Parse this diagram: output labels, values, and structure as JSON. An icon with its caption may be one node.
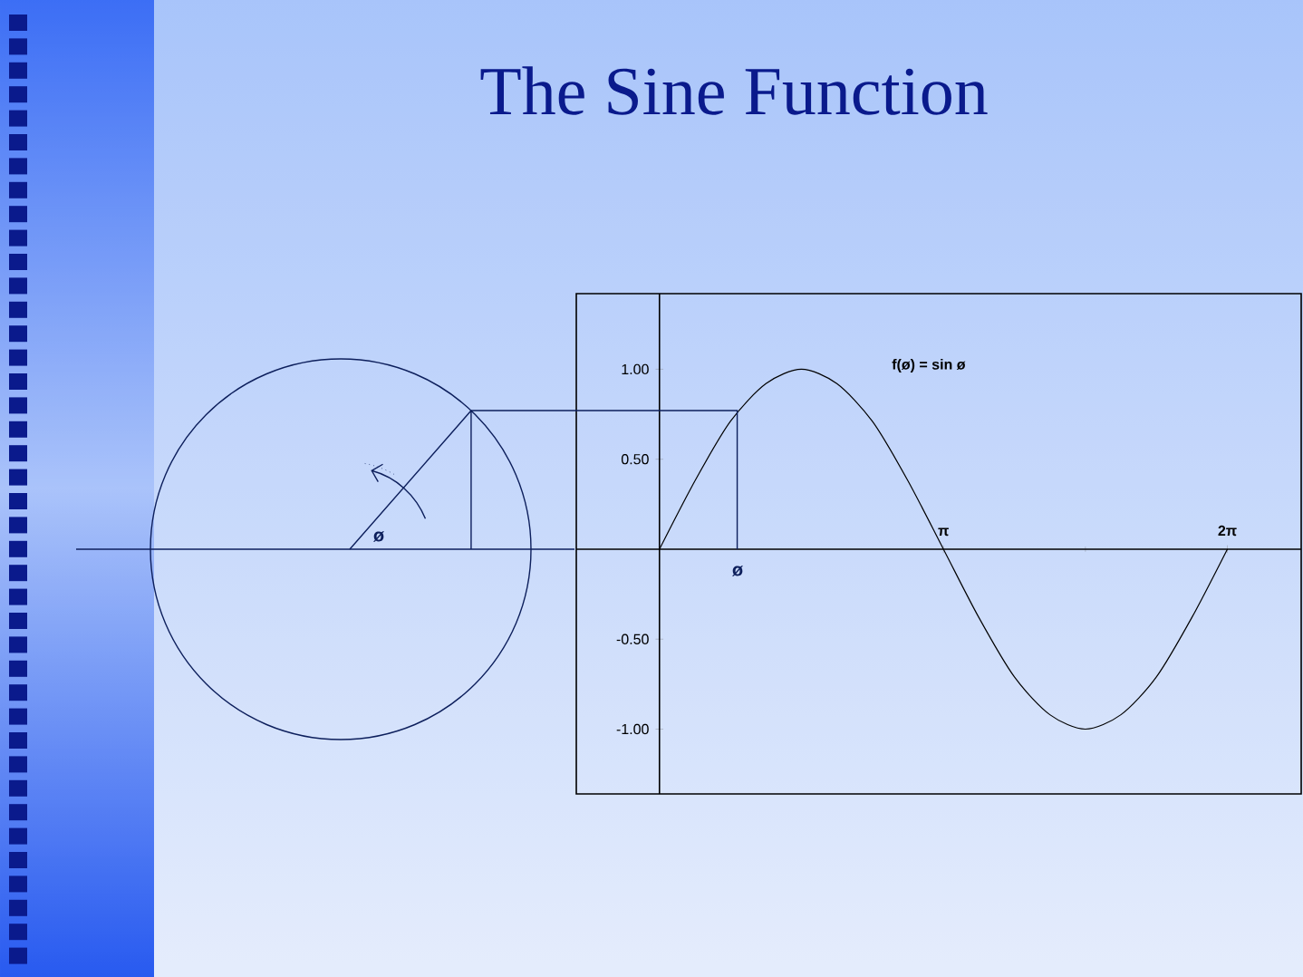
{
  "diagram": {
    "title": "The Sine Function",
    "labels": [
      "ø",
      "ø"
    ],
    "chart_data": {
      "type": "line",
      "x": [
        0,
        0.393,
        0.785,
        1.178,
        1.571,
        1.963,
        2.356,
        2.749,
        3.142,
        3.534,
        3.927,
        4.32,
        4.712,
        5.105,
        5.498,
        5.89,
        6.283
      ],
      "series": [
        {
          "color": "#000000",
          "values": [
            0,
            0.38,
            0.71,
            0.92,
            1,
            0.92,
            0.71,
            0.38,
            0,
            -0.38,
            -0.71,
            -0.92,
            -1,
            -0.92,
            -0.71,
            -0.38,
            0
          ]
        }
      ],
      "xlim": [
        -0.92,
        7.1
      ],
      "ylim": [
        -1.36,
        1.42
      ],
      "xticks": [
        {
          "value": 3.142,
          "label": "π"
        },
        {
          "value": 6.283,
          "label": "2π"
        }
      ],
      "yticks": [
        {
          "value": -1,
          "label": "-1.00"
        },
        {
          "value": -0.5,
          "label": "-0.50"
        },
        {
          "value": 0.5,
          "label": "0.50"
        },
        {
          "value": 1,
          "label": "1.00"
        }
      ],
      "annotations": [
        "f(ø) = sin ø"
      ]
    }
  }
}
